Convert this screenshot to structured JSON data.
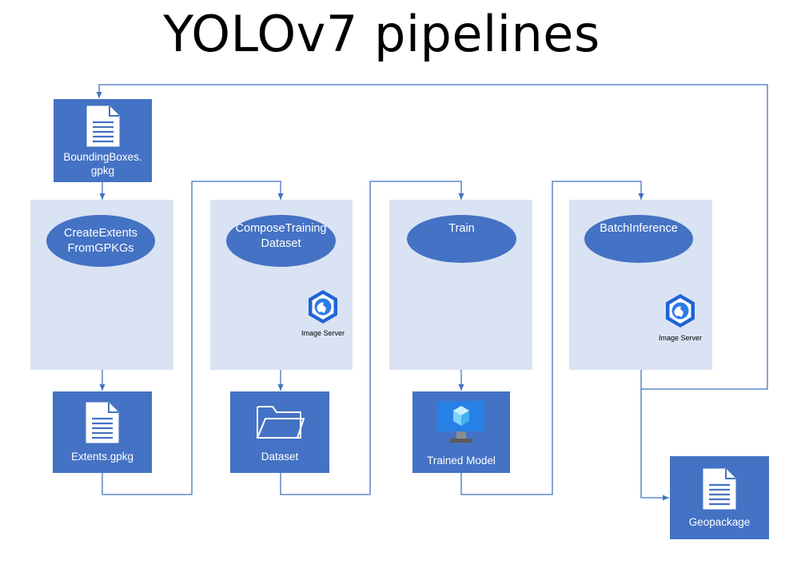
{
  "title": "YOLOv7 pipelines",
  "colors": {
    "accent": "#4472c4",
    "panel": "#dae3f3",
    "wire": "#4472c4"
  },
  "inputs": {
    "bounding_boxes": "BoundingBoxes.\ngpkg"
  },
  "steps": [
    {
      "name": "CreateExtents\nFromGPKGs"
    },
    {
      "name": "ComposeTraining\nDataset",
      "service": "Image Server"
    },
    {
      "name": "Train"
    },
    {
      "name": "BatchInference",
      "service": "Image Server"
    }
  ],
  "outputs": {
    "extents": "Extents.gpkg",
    "dataset": "Dataset",
    "trained_model": "Trained Model",
    "geopackage": "Geopackage"
  },
  "icons": {
    "document": "document-icon",
    "folder": "folder-icon",
    "monitor": "vm-monitor-icon",
    "image_server": "image-server-icon"
  }
}
